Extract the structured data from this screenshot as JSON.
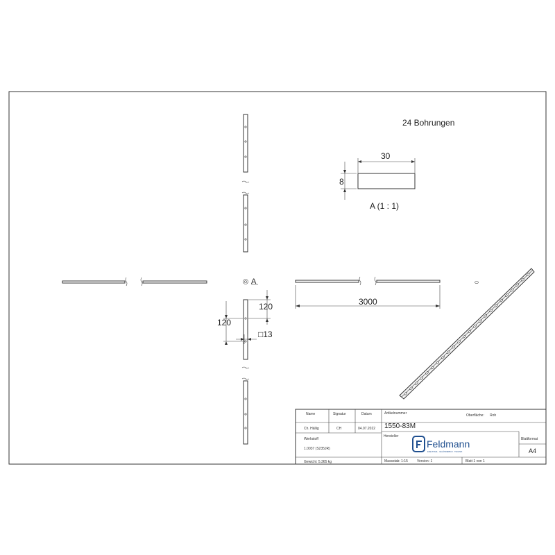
{
  "drawing": {
    "holes_note": "24 Bohrungen",
    "detail": {
      "width": "30",
      "height": "8",
      "label": "A (1 : 1)"
    },
    "section_marker": "A",
    "dim_length": "3000",
    "dim_hole_spacing_right": "120",
    "dim_hole_spacing_left": "120",
    "dim_hole_size": "□13"
  },
  "title_block": {
    "head_name": "Name",
    "head_signatur": "Signatur",
    "head_datum": "Datum",
    "name": "Ch. Hällig",
    "signatur": "CH",
    "datum": "04.07.2022",
    "artikelnummer_label": "Artikelnummer",
    "artikelnummer": "1550-83M",
    "oberflaeche_label": "Oberfläche:",
    "oberflaeche": "Roh",
    "hersteller_label": "Hersteller",
    "werkstoff_label": "Werkstoff",
    "werkstoff": "1.0037 (S235JR)",
    "gewicht": "Gewicht: 5.365 kg",
    "massstab": "Massstab: 1:15",
    "version": "Version: 1",
    "blatt": "Blatt 1 von 1",
    "blattformat_label": "Blattformat",
    "blattformat": "A4",
    "logo_text": "Feldmann",
    "logo_sub": "EDELSTAHL · GELÄNDERBAU · TECHNIK"
  },
  "colors": {
    "line": "#333333",
    "logo": "#1f4f8f"
  }
}
